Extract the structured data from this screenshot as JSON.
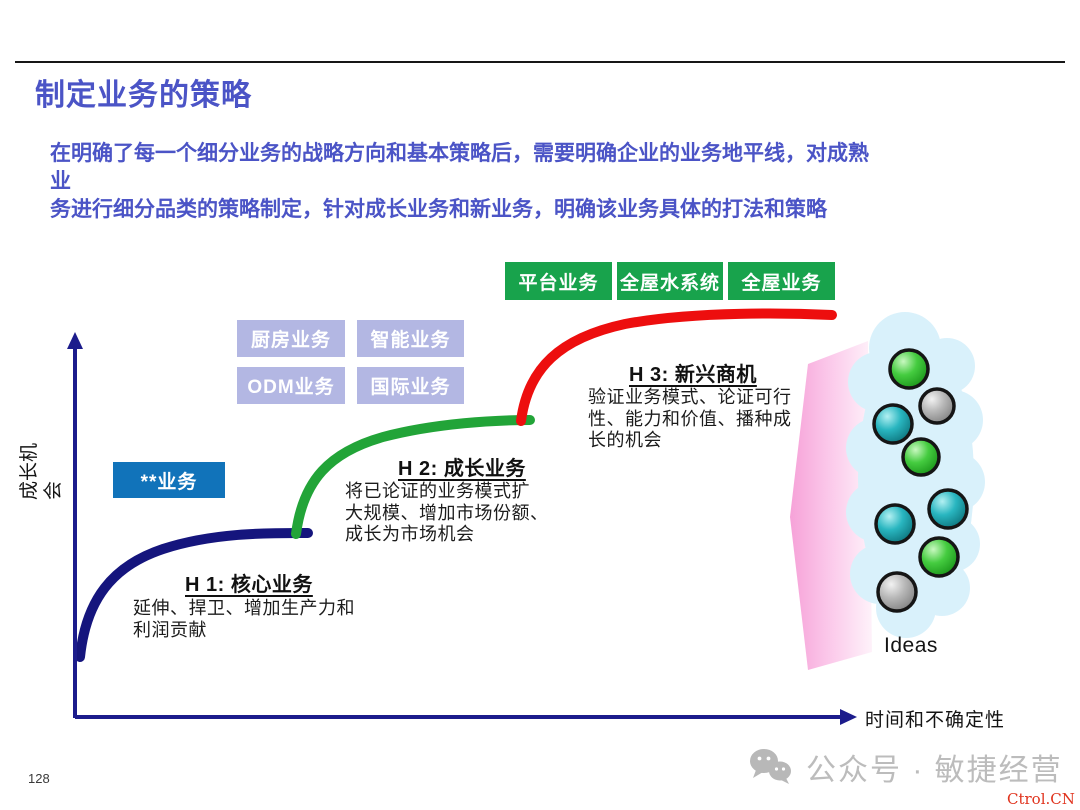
{
  "slide": {
    "title": "制定业务的策略",
    "intro": "在明确了每一个细分业务的战略方向和基本策略后，需要明确企业的业务地平线，对成熟\n业\n务进行细分品类的策略制定，针对成长业务和新业务，明确该业务具体的打法和策略",
    "page_number": "128"
  },
  "diagram": {
    "y_axis_label": "成长机\n会",
    "x_axis_label": "时间和不确定性",
    "green_tags": [
      "平台业务",
      "全屋水系统",
      "全屋业务"
    ],
    "lavender_tags": [
      "厨房业务",
      "智能业务",
      "ODM业务",
      "国际业务"
    ],
    "blue_tag": "**业务",
    "horizons": [
      {
        "title": "H 1: 核心业务",
        "desc": "延伸、捍卫、增加生产力和\n利润贡献",
        "curve_color": "#15157d"
      },
      {
        "title": "H 2: 成长业务",
        "desc": "将已论证的业务模式扩\n大规模、增加市场份额、\n成长为市场机会",
        "curve_color": "#22a438"
      },
      {
        "title": "H 3: 新兴商机",
        "desc": "验证业务模式、论证可行\n性、能力和价值、播种成\n长的机会",
        "curve_color": "#ed0e0e"
      }
    ],
    "ideas": {
      "label": "Ideas",
      "ball_colors": [
        "green",
        "gray",
        "teal",
        "green",
        "teal",
        "teal",
        "green",
        "gray"
      ]
    }
  },
  "footer": {
    "watermark_text": "公众号 · 敏捷经营",
    "watermark_icon": "wechat-icon",
    "site": "Ctrol.CN"
  },
  "colors": {
    "title_text": "#4b54c6",
    "green_tag_bg": "#18a34c",
    "lavender_tag_bg": "#b3b7e3",
    "blue_tag_bg": "#1173ba",
    "axis_navy": "#1c1c8c",
    "cloud_fill": "#d9f1fb",
    "pink_arrow": "#f8b0dd",
    "watermark_gray": "#bcbcbc",
    "site_red": "#e0331d"
  }
}
